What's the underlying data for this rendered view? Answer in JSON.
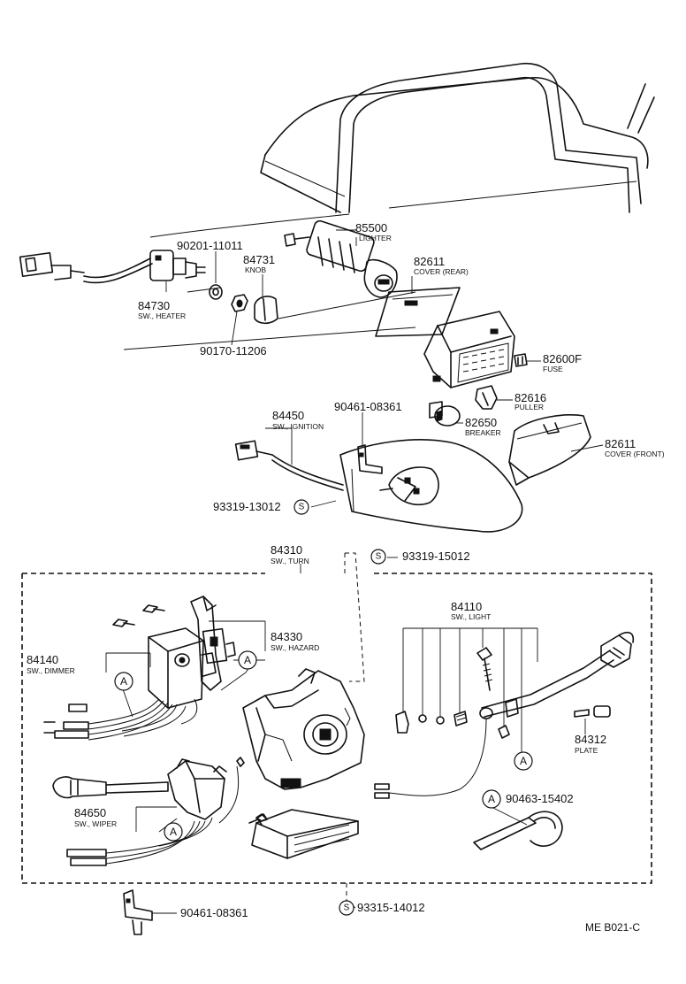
{
  "callouts": {
    "p85500": {
      "number": "85500",
      "name": "LIGHTER"
    },
    "p90201": {
      "number": "90201-11011"
    },
    "p84731": {
      "number": "84731",
      "name": "KNOB"
    },
    "p84730": {
      "number": "84730",
      "name": "SW., HEATER"
    },
    "p90170": {
      "number": "90170-11206"
    },
    "p82611r": {
      "number": "82611",
      "name": "COVER (REAR)"
    },
    "p82600f": {
      "number": "82600F",
      "name": "FUSE"
    },
    "p82616": {
      "number": "82616",
      "name": "PULLER"
    },
    "p82650": {
      "number": "82650",
      "name": "BREAKER"
    },
    "p90461a": {
      "number": "90461-08361"
    },
    "p84450": {
      "number": "84450",
      "name": "SW., IGNITION"
    },
    "p82611f": {
      "number": "82611",
      "name": "COVER (FRONT)"
    },
    "p93319a": {
      "number": "93319-13012"
    },
    "p84310": {
      "number": "84310",
      "name": "SW., TURN"
    },
    "p93319b": {
      "number": "93319-15012"
    },
    "p84110": {
      "number": "84110",
      "name": "SW., LIGHT"
    },
    "p84330": {
      "number": "84330",
      "name": "SW., HAZARD"
    },
    "p84140": {
      "number": "84140",
      "name": "SW., DIMMER"
    },
    "p84312": {
      "number": "84312",
      "name": "PLATE"
    },
    "p90463": {
      "number": "90463-15402"
    },
    "p84650": {
      "number": "84650",
      "name": "SW., WIPER"
    },
    "p90461b": {
      "number": "90461-08361"
    },
    "p93315": {
      "number": "93315-14012"
    }
  },
  "markers": {
    "a": "A",
    "s": "S"
  },
  "reference_code": "ME B021-C",
  "icons": [
    "cigarette-lighter-icon",
    "heater-switch-icon",
    "fuse-block-icon",
    "ignition-switch-icon",
    "turn-switch-housing-icon",
    "wiper-switch-icon",
    "light-switch-lever-icon",
    "cable-tie-icon",
    "bracket-icon"
  ]
}
